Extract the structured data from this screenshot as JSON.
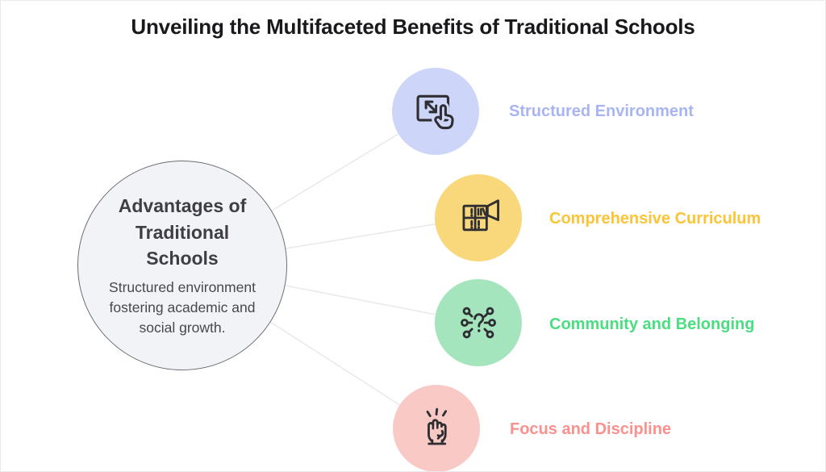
{
  "title": "Unveiling the Multifaceted Benefits of Traditional Schools",
  "connector_color": "#e8e8ed",
  "icon_stroke": "#2e2e33",
  "center": {
    "heading": "Advantages of Traditional Schools",
    "description": "Structured environment fostering academic and social growth.",
    "fill": "#f2f3f7",
    "border_color": "#6e6e76"
  },
  "branches": [
    {
      "label": "Structured Environment",
      "icon": "touchscreen-gesture-icon",
      "circle_color": "#cdd5f8",
      "label_color": "#a8b5f2"
    },
    {
      "label": "Comprehensive Curriculum",
      "icon": "bookshelf-cabinet-icon",
      "circle_color": "#f8d87b",
      "label_color": "#fcc437"
    },
    {
      "label": "Community and Belonging",
      "icon": "question-network-icon",
      "circle_color": "#a5e5bd",
      "label_color": "#4ade80"
    },
    {
      "label": "Focus and Discipline",
      "icon": "raised-fist-icon",
      "circle_color": "#f9c9c6",
      "label_color": "#fb908e"
    }
  ]
}
